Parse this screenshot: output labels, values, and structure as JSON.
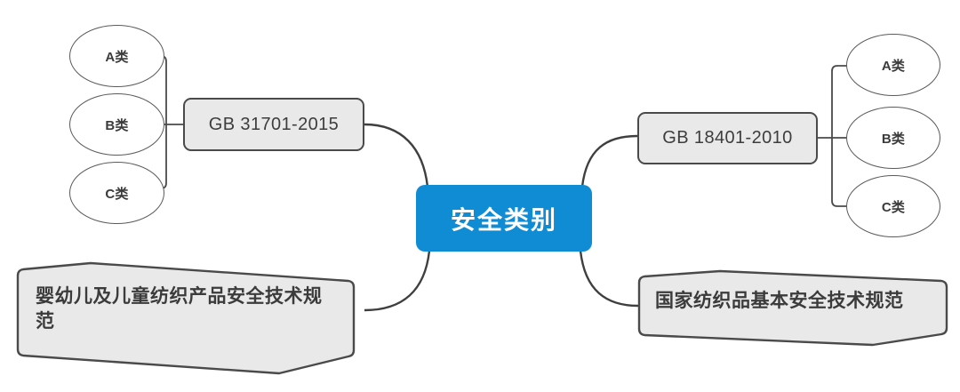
{
  "diagram": {
    "type": "mind-map",
    "title": "安全类别",
    "background": "#ffffff",
    "accent_color": "#0f8cd4",
    "node_fill": "#e9e9e9",
    "node_stroke": "#4a4a4a",
    "text_color": "#3b3b3b"
  },
  "center": {
    "label": "安全类别"
  },
  "left": {
    "standard": {
      "label": "GB 31701-2015"
    },
    "categories": [
      {
        "label": "A类"
      },
      {
        "label": "B类"
      },
      {
        "label": "C类"
      }
    ],
    "spec": {
      "line1": "婴幼儿及儿童纺织产品安全技术规",
      "line2": "范",
      "full": "婴幼儿及儿童纺织产品安全技术规范"
    }
  },
  "right": {
    "standard": {
      "label": "GB 18401-2010"
    },
    "categories": [
      {
        "label": "A类"
      },
      {
        "label": "B类"
      },
      {
        "label": "C类"
      }
    ],
    "spec": {
      "line1": "国家纺织品基本安全技术规范",
      "full": "国家纺织品基本安全技术规范"
    }
  }
}
